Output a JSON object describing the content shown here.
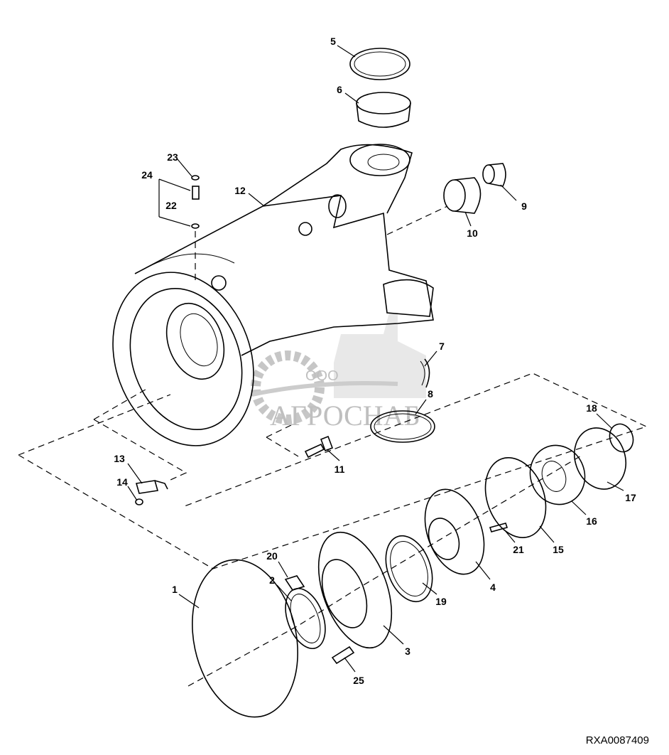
{
  "diagram": {
    "figure_id": "RXA0087409",
    "callouts": [
      "1",
      "2",
      "3",
      "4",
      "5",
      "6",
      "7",
      "8",
      "9",
      "10",
      "11",
      "12",
      "13",
      "14",
      "15",
      "16",
      "17",
      "18",
      "19",
      "20",
      "21",
      "22",
      "23",
      "24",
      "25"
    ]
  },
  "watermark": {
    "company_prefix": "ООО",
    "company_name": "АГРОСНАБ"
  }
}
